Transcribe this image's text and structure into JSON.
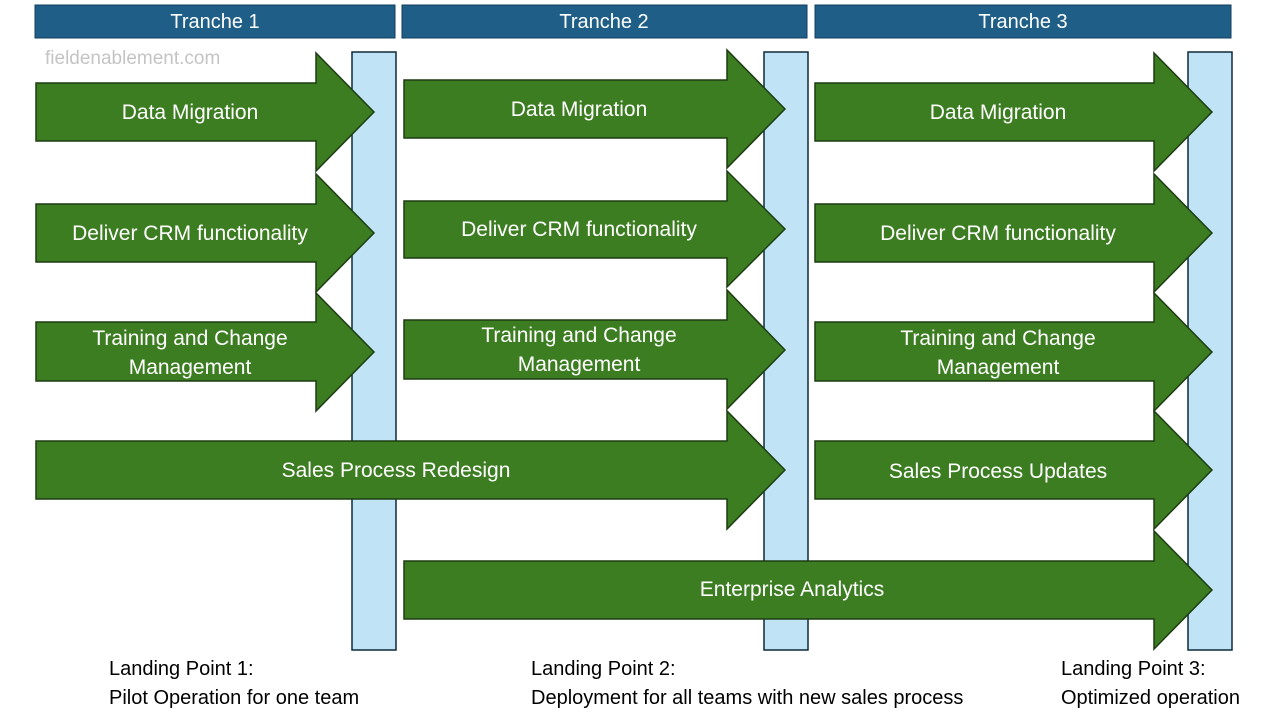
{
  "watermark": "fieldenablement.com",
  "tranches": [
    "Tranche 1",
    "Tranche 2",
    "Tranche 3"
  ],
  "arrows": {
    "data_migration": "Data Migration",
    "deliver_crm": "Deliver CRM functionality",
    "training_line1": "Training and Change",
    "training_line2": "Management",
    "sales_redesign": "Sales Process Redesign",
    "sales_updates": "Sales Process Updates",
    "enterprise_analytics": "Enterprise Analytics"
  },
  "landing_points": [
    {
      "title": "Landing Point 1:",
      "description": "Pilot Operation for one team"
    },
    {
      "title": "Landing Point 2:",
      "description": "Deployment for all teams with new sales process"
    },
    {
      "title": "Landing Point 3:",
      "description": "Optimized operation"
    }
  ],
  "colors": {
    "header_fill": "#1f5f87",
    "arrow_fill": "#3d7d22",
    "landing_bar_fill": "#c0e4f6"
  }
}
